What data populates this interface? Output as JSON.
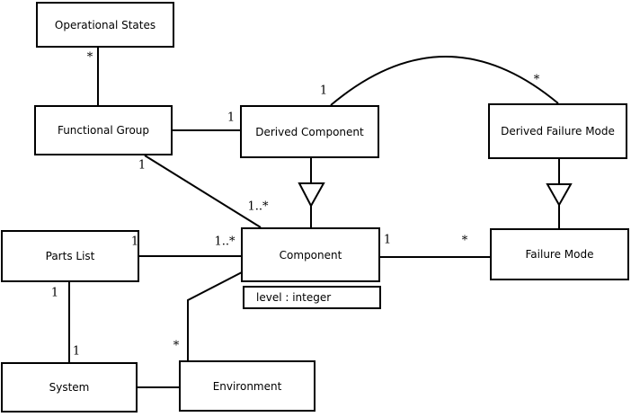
{
  "diagram": {
    "kind": "uml-class-diagram",
    "colors": {
      "background": "#ffffff",
      "line": "#000000",
      "box_fill": "#ffffff",
      "text": "#000000"
    },
    "classes": {
      "operational_states": {
        "name": "Operational States"
      },
      "functional_group": {
        "name": "Functional Group"
      },
      "derived_component": {
        "name": "Derived Component"
      },
      "derived_failure_mode": {
        "name": "Derived Failure Mode"
      },
      "parts_list": {
        "name": "Parts List"
      },
      "component": {
        "name": "Component",
        "attributes": [
          "level : integer"
        ]
      },
      "failure_mode": {
        "name": "Failure Mode"
      },
      "system": {
        "name": "System"
      },
      "environment": {
        "name": "Environment"
      }
    },
    "edges": [
      {
        "from": "Operational States",
        "to": "Functional Group",
        "kind": "association",
        "mult_at_source": "*"
      },
      {
        "from": "Functional Group",
        "to": "Derived Component",
        "kind": "association",
        "mult_at_target": "1"
      },
      {
        "from": "Functional Group",
        "to": "Component",
        "kind": "association",
        "mult_at_source": "1",
        "mult_at_target": "1..*"
      },
      {
        "from": "Derived Component",
        "to": "Derived Failure Mode",
        "kind": "association-arc",
        "mult_at_source": "1",
        "mult_at_target": "*"
      },
      {
        "from": "Derived Component",
        "to": "Component",
        "kind": "generalization"
      },
      {
        "from": "Derived Failure Mode",
        "to": "Failure Mode",
        "kind": "generalization"
      },
      {
        "from": "Parts List",
        "to": "Component",
        "kind": "association",
        "mult_at_source": "1",
        "mult_at_target": "1..*"
      },
      {
        "from": "Component",
        "to": "Failure Mode",
        "kind": "association",
        "mult_at_source": "1",
        "mult_at_target": "*"
      },
      {
        "from": "Parts List",
        "to": "System",
        "kind": "association",
        "mult_at_source": "1",
        "mult_at_target": "1"
      },
      {
        "from": "Component",
        "to": "Environment",
        "kind": "association",
        "mult_at_target": "*"
      },
      {
        "from": "System",
        "to": "Environment",
        "kind": "association"
      }
    ]
  }
}
